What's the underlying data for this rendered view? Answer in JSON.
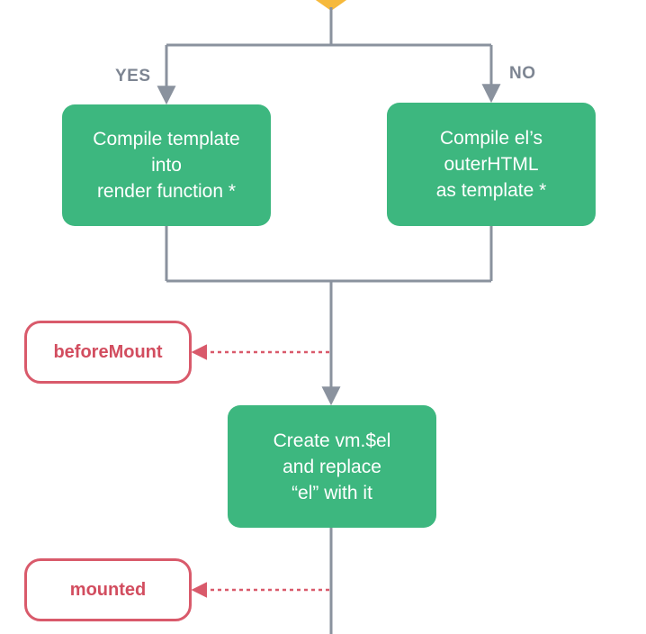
{
  "diagram": {
    "branch_yes": "YES",
    "branch_no": "NO",
    "compile_template": "Compile template\ninto\nrender function *",
    "compile_outer_html": "Compile el’s\nouterHTML\nas template *",
    "before_mount": "beforeMount",
    "create_vm_el": "Create vm.$el\nand replace\n“el” with it",
    "mounted": "mounted"
  },
  "colors": {
    "process_node": "#3db77f",
    "hook_border": "#d95a6b",
    "hook_text": "#d24d5f",
    "connector": "#8a929e",
    "decision_diamond": "#f6b93b"
  }
}
